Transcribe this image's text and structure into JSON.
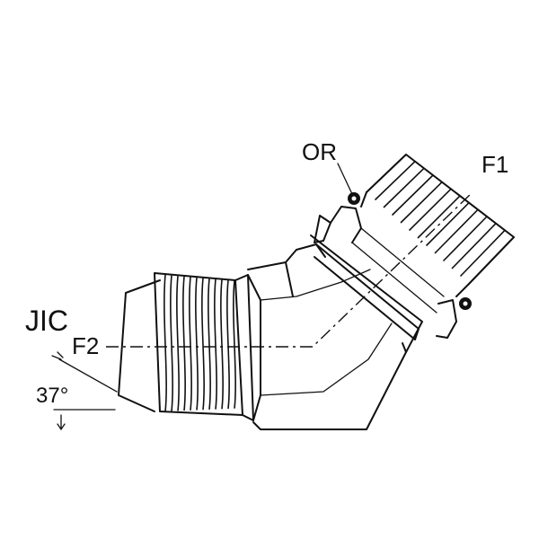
{
  "labels": {
    "or": "OR",
    "f1": "F1",
    "jic": "JIC",
    "f2": "F2",
    "angle": "37°"
  },
  "colors": {
    "ink": "#111111",
    "paper": "#ffffff"
  },
  "icons": {
    "oring_top": "o-ring-seal-icon",
    "oring_bottom": "o-ring-seal-icon"
  }
}
